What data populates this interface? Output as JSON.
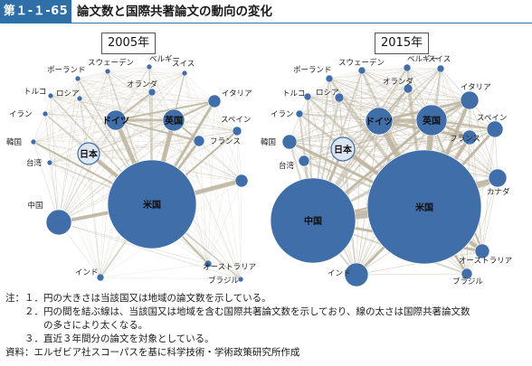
{
  "header": {
    "figure_number": "第１-１-65図",
    "title": "論文数と国際共著論文の動向の変化"
  },
  "panels": [
    {
      "title": "2005年",
      "nodes": [
        {
          "id": "us",
          "label": "米国",
          "label_inside": true
        },
        {
          "id": "china",
          "label": "中国"
        },
        {
          "id": "japan",
          "label": "日本",
          "label_inside": true
        },
        {
          "id": "germany",
          "label": "ドイツ",
          "label_inside": true
        },
        {
          "id": "uk",
          "label": "英国",
          "label_inside": true
        },
        {
          "id": "france",
          "label": "フランス"
        },
        {
          "id": "italy",
          "label": "イタリア"
        },
        {
          "id": "spain",
          "label": "スペイン"
        },
        {
          "id": "canada",
          "label": ""
        },
        {
          "id": "australia",
          "label": "オーストラリア"
        },
        {
          "id": "brazil",
          "label": "ブラジル"
        },
        {
          "id": "india",
          "label": "インド"
        },
        {
          "id": "korea",
          "label": "韓国"
        },
        {
          "id": "taiwan",
          "label": "台湾"
        },
        {
          "id": "iran",
          "label": "イラン"
        },
        {
          "id": "turkey",
          "label": "トルコ"
        },
        {
          "id": "russia",
          "label": "ロシア"
        },
        {
          "id": "poland",
          "label": "ポーランド"
        },
        {
          "id": "sweden",
          "label": "スウェーデン"
        },
        {
          "id": "netherlands",
          "label": "オランダ"
        },
        {
          "id": "belgium",
          "label": "ベルギー"
        },
        {
          "id": "switzerland",
          "label": "スイス"
        }
      ]
    },
    {
      "title": "2015年",
      "nodes": [
        {
          "id": "us",
          "label": "米国",
          "label_inside": true
        },
        {
          "id": "china",
          "label": "中国",
          "label_inside": true
        },
        {
          "id": "japan",
          "label": "日本",
          "label_inside": true
        },
        {
          "id": "germany",
          "label": "ドイツ",
          "label_inside": true
        },
        {
          "id": "uk",
          "label": "英国",
          "label_inside": true
        },
        {
          "id": "france",
          "label": "フランス"
        },
        {
          "id": "italy",
          "label": "イタリア"
        },
        {
          "id": "spain",
          "label": "スペイン"
        },
        {
          "id": "canada",
          "label": "カナダ"
        },
        {
          "id": "australia",
          "label": "オーストラリア"
        },
        {
          "id": "brazil",
          "label": "ブラジル"
        },
        {
          "id": "india",
          "label": "インド"
        },
        {
          "id": "korea",
          "label": "韓国"
        },
        {
          "id": "taiwan",
          "label": "台湾"
        },
        {
          "id": "iran",
          "label": "イラン"
        },
        {
          "id": "turkey",
          "label": "トルコ"
        },
        {
          "id": "russia",
          "label": "ロシア"
        },
        {
          "id": "poland",
          "label": "ポーランド"
        },
        {
          "id": "sweden",
          "label": "スウェーデン"
        },
        {
          "id": "netherlands",
          "label": "オランダ"
        },
        {
          "id": "belgium",
          "label": "ベルギー"
        },
        {
          "id": "switzerland",
          "label": "スイス"
        }
      ]
    }
  ],
  "colors": {
    "node": "#3f6ea8",
    "node_light": "#dce6f2",
    "edge": "#bdb5a0",
    "header_bg": "#2f6fa8"
  },
  "notes": [
    "注：１．円の大きさは当該国又は地域の論文数を示している。",
    "　　２．円の間を結ぶ線は、当該国又は地域を含む国際共著論文数を示しており、線の太さは国際共著論文数",
    "　　　　の多さにより太くなる。",
    "　　３．直近３年間分の論文を対象としている。",
    "資料：エルゼビア社スコーパスを基に科学技術・学術政策研究所作成"
  ]
}
